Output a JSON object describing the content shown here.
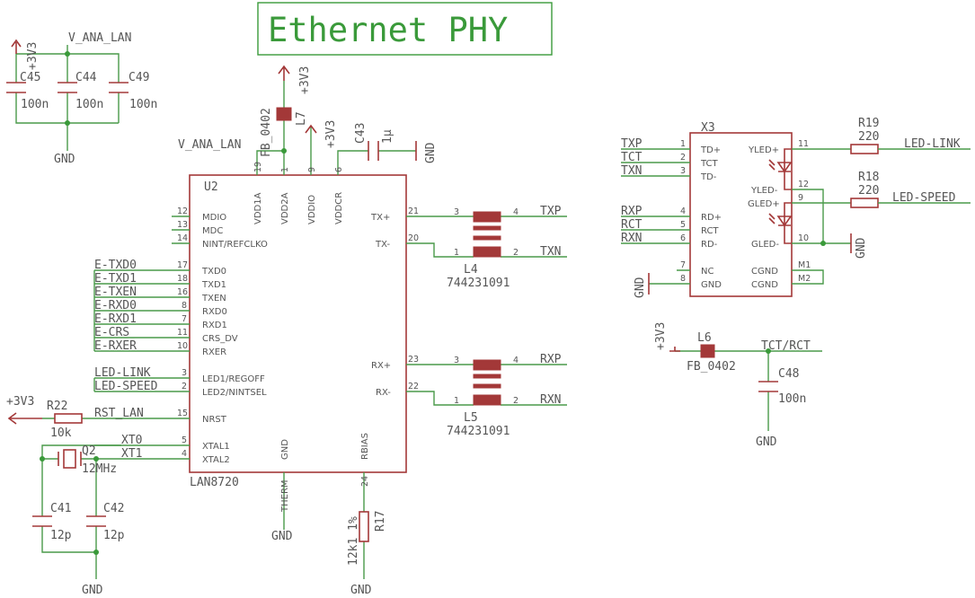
{
  "title": "Ethernet PHY",
  "u2": {
    "ref": "U2",
    "value": "LAN8720",
    "pins_left": [
      {
        "num": "12",
        "name": "MDIO",
        "net": ""
      },
      {
        "num": "13",
        "name": "MDC",
        "net": ""
      },
      {
        "num": "14",
        "name": "NINT/REFCLKO",
        "net": ""
      },
      {
        "num": "17",
        "name": "TXD0",
        "net": "E-TXD0"
      },
      {
        "num": "18",
        "name": "TXD1",
        "net": "E-TXD1"
      },
      {
        "num": "16",
        "name": "TXEN",
        "net": "E-TXEN"
      },
      {
        "num": "8",
        "name": "RXD0",
        "net": "E-RXD0"
      },
      {
        "num": "7",
        "name": "RXD1",
        "net": "E-RXD1"
      },
      {
        "num": "11",
        "name": "CRS_DV",
        "net": "E-CRS"
      },
      {
        "num": "10",
        "name": "RXER",
        "net": "E-RXER"
      },
      {
        "num": "3",
        "name": "LED1/REGOFF",
        "net": "LED-LINK"
      },
      {
        "num": "2",
        "name": "LED2/NINTSEL",
        "net": "LED-SPEED"
      },
      {
        "num": "15",
        "name": "NRST",
        "net": "RST_LAN"
      },
      {
        "num": "5",
        "name": "XTAL1",
        "net": "XT0"
      },
      {
        "num": "4",
        "name": "XTAL2",
        "net": "XT1"
      }
    ],
    "pins_top": [
      {
        "num": "19",
        "name": "VDD1A"
      },
      {
        "num": "1",
        "name": "VDD2A"
      },
      {
        "num": "9",
        "name": "VDDIO"
      },
      {
        "num": "6",
        "name": "VDDCR"
      }
    ],
    "pins_right": [
      {
        "num": "21",
        "name": "TX+"
      },
      {
        "num": "20",
        "name": "TX-"
      },
      {
        "num": "23",
        "name": "RX+"
      },
      {
        "num": "22",
        "name": "RX-"
      }
    ],
    "pins_bottom": [
      {
        "num": "",
        "name": "GND"
      },
      {
        "num": "24",
        "name": "RBIAS"
      }
    ]
  },
  "x3": {
    "ref": "X3",
    "pins_left": [
      {
        "num": "1",
        "name": "TD+",
        "net": "TXP"
      },
      {
        "num": "2",
        "name": "TCT",
        "net": "TCT"
      },
      {
        "num": "3",
        "name": "TD-",
        "net": "TXN"
      },
      {
        "num": "4",
        "name": "RD+",
        "net": "RXP"
      },
      {
        "num": "5",
        "name": "RCT",
        "net": "RCT"
      },
      {
        "num": "6",
        "name": "RD-",
        "net": "RXN"
      },
      {
        "num": "7",
        "name": "NC",
        "net": ""
      },
      {
        "num": "8",
        "name": "GND",
        "net": ""
      }
    ],
    "pins_right": [
      {
        "num": "11",
        "name": "YLED+"
      },
      {
        "num": "12",
        "name": "YLED-"
      },
      {
        "num": "9",
        "name": "GLED+"
      },
      {
        "num": "10",
        "name": "GLED-"
      },
      {
        "num": "M1",
        "name": "CGND"
      },
      {
        "num": "M2",
        "name": "CGND"
      }
    ]
  },
  "caps": [
    {
      "ref": "C45",
      "value": "100n"
    },
    {
      "ref": "C44",
      "value": "100n"
    },
    {
      "ref": "C49",
      "value": "100n"
    },
    {
      "ref": "C43",
      "value": "1µ"
    },
    {
      "ref": "C41",
      "value": "12p"
    },
    {
      "ref": "C42",
      "value": "12p"
    },
    {
      "ref": "C48",
      "value": "100n"
    }
  ],
  "resistors": [
    {
      "ref": "R22",
      "value": "10k"
    },
    {
      "ref": "R17",
      "value": "12k1 1%"
    },
    {
      "ref": "R19",
      "value": "220"
    },
    {
      "ref": "R18",
      "value": "220"
    }
  ],
  "inductors": [
    {
      "ref": "L7",
      "value": "FB_0402"
    },
    {
      "ref": "L6",
      "value": "FB_0402"
    },
    {
      "ref": "L4",
      "value": "744231091",
      "pins": [
        "3",
        "4",
        "1",
        "2"
      ]
    },
    {
      "ref": "L5",
      "value": "744231091",
      "pins": [
        "3",
        "4",
        "1",
        "2"
      ]
    }
  ],
  "crystal": {
    "ref": "Q2",
    "value": "12MHz"
  },
  "labels": {
    "plus3v3": "+3V3",
    "v_ana_lan": "V_ANA_LAN",
    "gnd": "GND",
    "therm": "THERM",
    "tct_rct": "TCT/RCT",
    "led_link": "LED-LINK",
    "led_speed": "LED-SPEED",
    "txp": "TXP",
    "txn": "TXN",
    "rxp": "RXP",
    "rxn": "RXN"
  }
}
